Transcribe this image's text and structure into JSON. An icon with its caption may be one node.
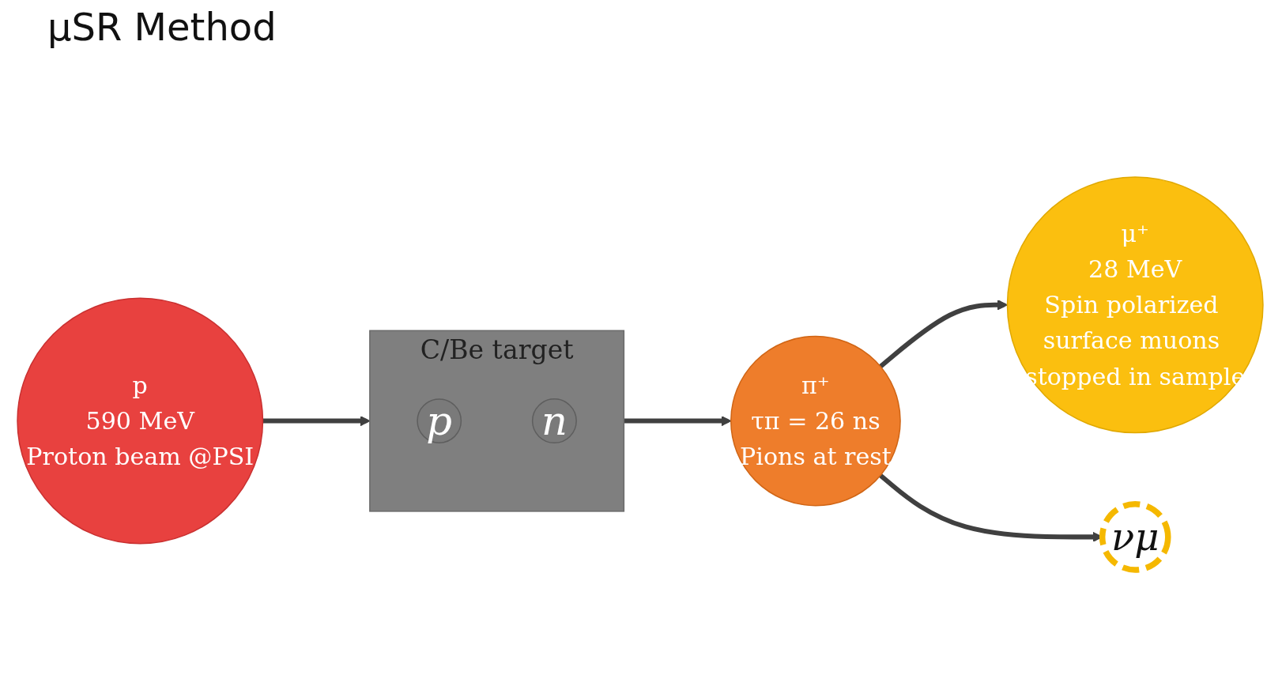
{
  "diagram": {
    "title": "μSR Method",
    "nodes": [
      {
        "text": [
          "p",
          "590 MeV",
          "Proton beam @PSI"
        ]
      },
      {
        "text": [
          "C/Be target"
        ]
      },
      {
        "text": [
          "p"
        ],
        "in": 1
      },
      {
        "text": [
          "n"
        ],
        "in": 1
      },
      {
        "text": [
          "π⁺",
          "τπ = 26 ns",
          "Pions at rest"
        ]
      },
      {
        "text": [
          "μ⁺",
          "28 MeV",
          "Spin polarized surface muons stopped in sample"
        ]
      },
      {
        "text": [
          "νμ"
        ]
      }
    ],
    "edges": [
      {
        "from": 0,
        "to": 1,
        "arrow": "to"
      },
      {
        "from": 1,
        "to": 4,
        "arrow": "to"
      },
      {
        "from": 4,
        "to": 5,
        "arrow": "to"
      },
      {
        "from": 4,
        "to": 6,
        "arrow": "to"
      }
    ]
  }
}
